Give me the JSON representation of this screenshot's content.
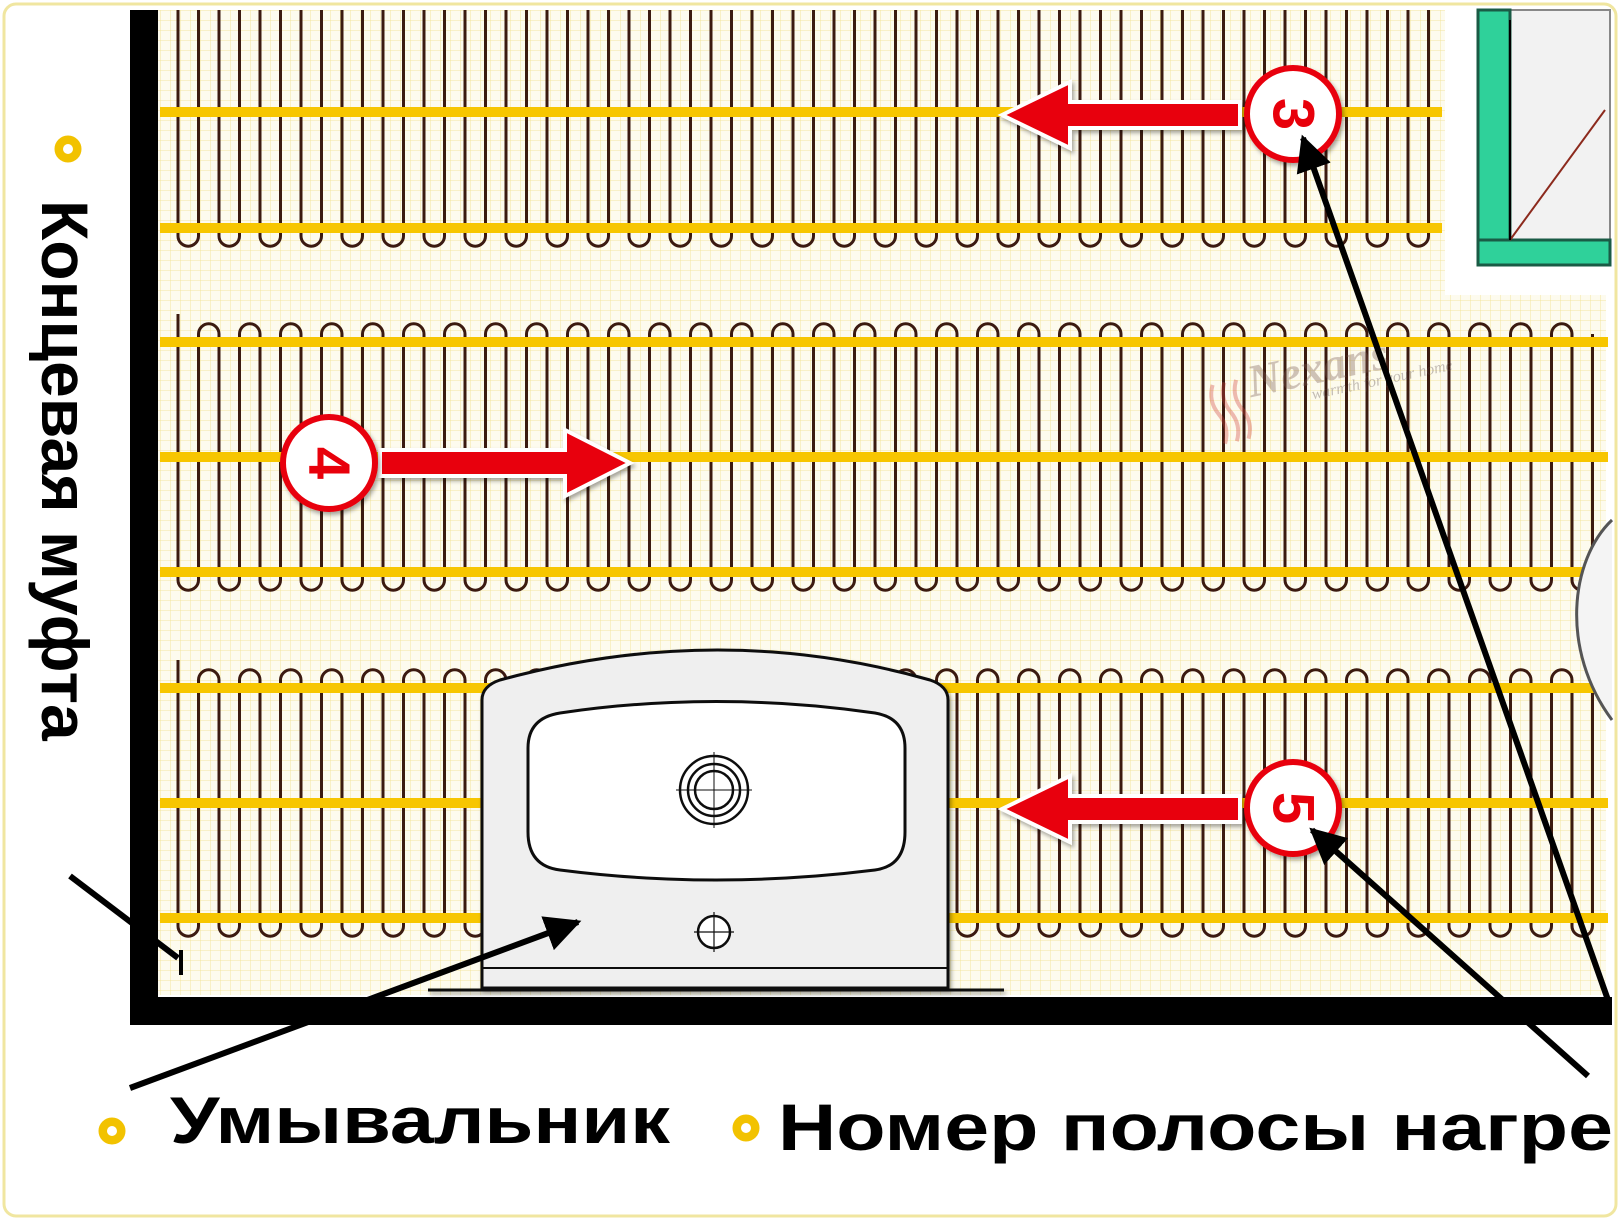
{
  "legend": {
    "end_coupling": "Концевая муфта",
    "washbasin": "Умывальник",
    "strip_number": "Номер полосы нагре"
  },
  "strips": [
    {
      "number": "3",
      "direction": "left"
    },
    {
      "number": "4",
      "direction": "right"
    },
    {
      "number": "5",
      "direction": "left"
    }
  ],
  "watermark": {
    "brand": "Nexans",
    "tagline": "warmth for your home"
  },
  "colors": {
    "mesh": "#f7c600",
    "cable": "#3b1a10",
    "arrow": "#e8000b",
    "wall": "#000000",
    "bullet": "#f2c200",
    "tile": "#2fd19a",
    "background": "#fdfbee"
  }
}
